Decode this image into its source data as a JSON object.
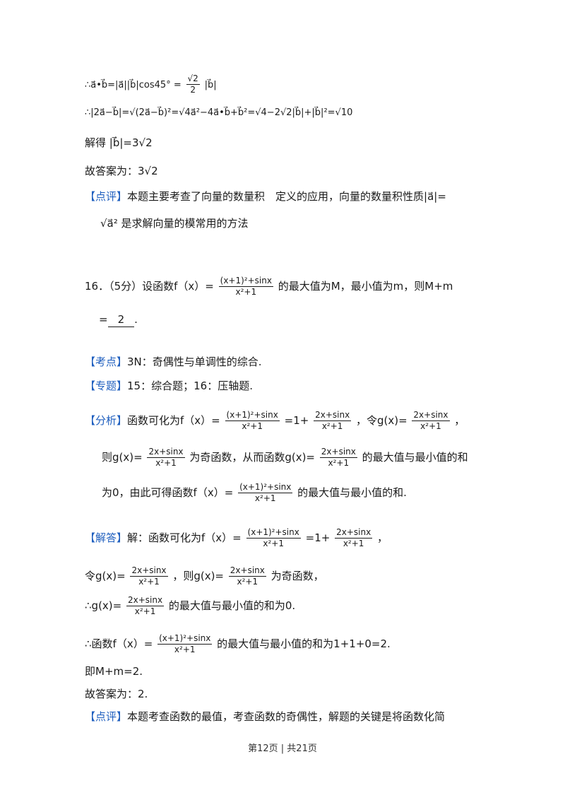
{
  "top": {
    "l1": "∴a⃗•b⃗=|a⃗||b⃗|cos45° =",
    "l1_frac_num": "√2",
    "l1_frac_den": "2",
    "l1_tail": "|b⃗|",
    "l2": "∴|2a⃗−b⃗|=√(2a⃗−b⃗)²=√4a⃗²−4a⃗•b⃗+b⃗²=√4−2√2|b⃗|+|b⃗|²=√10",
    "l3": "解得 |b⃗|=3√2",
    "l4": "故答案为：3√2",
    "l5_tag": "【点评】",
    "l5_text": "本题主要考查了向量的数量积　定义的应用，向量的数量积性质|a⃗|=",
    "l6": "√a⃗² 是求解向量的模常用的方法"
  },
  "q16": {
    "prefix": "16．（5分）设函数f（x）=",
    "frac_num": "(x+1)²+sinx",
    "frac_den": "x²+1",
    "suffix": "的最大值为M，最小值为m，则M+m",
    "answer_prefix": "=",
    "answer": "2",
    "answer_suffix": "."
  },
  "kaodian": {
    "tag": "【考点】",
    "text": "3N：奇偶性与单调性的综合."
  },
  "zhuanti": {
    "tag": "【专题】",
    "text": "15：综合题；16：压轴题."
  },
  "fenxi": {
    "tag": "【分析】",
    "l1_a": "函数可化为f（x）=",
    "f_num": "(x+1)²+sinx",
    "f_den": "x²+1",
    "l1_b": "=1+",
    "g_num": "2x+sinx",
    "g_den": "x²+1",
    "l1_c": "，令g(x)=",
    "l1_d": "，",
    "l2_a": "则g(x)=",
    "l2_b": "为奇函数，从而函数g(x)=",
    "l2_c": "的最大值与最小值的和",
    "l3_a": "为0，由此可得函数f（x）=",
    "l3_b": "的最大值与最小值的和."
  },
  "jieda": {
    "tag": "【解答】",
    "l1_a": "解：函数可化为f（x）=",
    "l1_b": "=1+",
    "l1_c": "，",
    "l2_a": "令g(x)=",
    "l2_b": "，则g(x)=",
    "l2_c": "为奇函数，",
    "l3_a": "∴g(x)=",
    "l3_b": "的最大值与最小值的和为0.",
    "l4_a": "∴函数f（x）=",
    "l4_b": "的最大值与最小值的和为1+1+0=2.",
    "l5": "即M+m=2.",
    "l6": "故答案为：2."
  },
  "dianping": {
    "tag": "【点评】",
    "text": "本题考查函数的最值，考查函数的奇偶性，解题的关键是将函数化简"
  },
  "footer": "第12页 | 共21页"
}
